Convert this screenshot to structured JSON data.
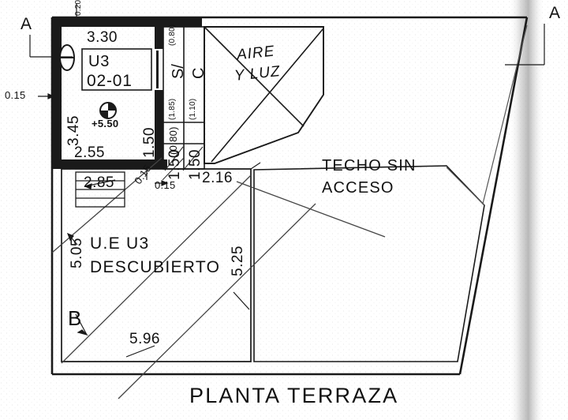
{
  "document": {
    "title": "PLANTA TERRAZA",
    "drawing_type": "architectural-floor-plan"
  },
  "section_markers": [
    {
      "id": "a-left",
      "label": "A"
    },
    {
      "id": "a-right",
      "label": "A"
    },
    {
      "id": "b-bottom",
      "label": "B"
    }
  ],
  "rooms": [
    {
      "id": "unit-u3",
      "unit_label": "U3",
      "unit_number": "02-01",
      "level_label": "+5.50"
    },
    {
      "id": "aire-y-luz",
      "line1": "AIRE",
      "line2": "Y LUZ"
    },
    {
      "id": "techo-sin-acceso",
      "line1": "TECHO SIN",
      "line2": "ACCESO"
    },
    {
      "id": "patio-descubierto",
      "line1": "U.E U3",
      "line2": "DESCUBIERTO"
    }
  ],
  "dimensions": {
    "top_width": "3.30",
    "left_outer": "0.15",
    "left_height": "3.45",
    "bottom_inner": "2.55",
    "wall_thickness_top": "0.20",
    "interior_vertical": "1.50",
    "stair_width": "2.85",
    "stair_offset": "0.15",
    "wall_small": "0.15",
    "patio_top": "2.16",
    "patio_left": "5.05",
    "patio_right": "5.25",
    "patio_bottom": "5.96"
  },
  "service_shaft": {
    "name_part_1": "S/",
    "name_part_2": "C",
    "left_column": {
      "top_paren": "(0.80)",
      "mid_paren": "(1.85)",
      "low_paren": "(0.80)",
      "value": "1.50"
    },
    "right_column": {
      "mid_paren": "(1.10)",
      "value": "1.50"
    }
  },
  "colors": {
    "ink": "#111111",
    "paper": "#ffffff",
    "thin_line": "#333333",
    "smudge": "#bfbfbf"
  }
}
